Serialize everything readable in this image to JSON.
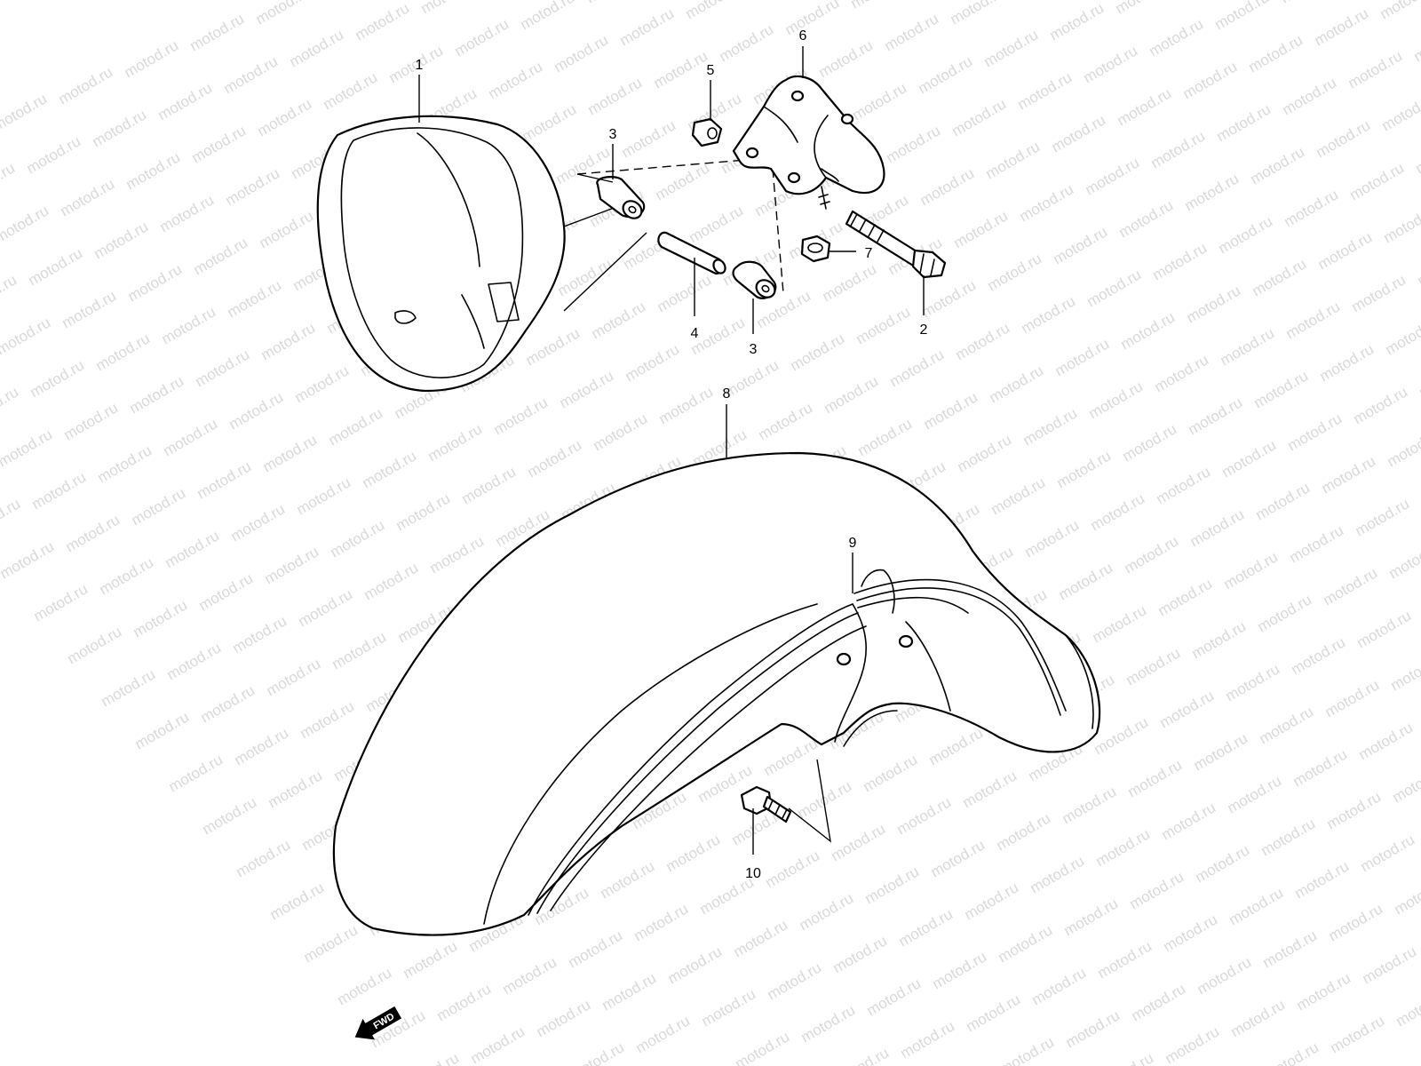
{
  "watermark": "motod.ru",
  "callouts": {
    "c1": "1",
    "c2": "2",
    "c3a": "3",
    "c3b": "3",
    "c4": "4",
    "c5": "5",
    "c6": "6",
    "c7": "7",
    "c8": "8",
    "c9": "9",
    "c10": "10"
  },
  "direction_badge": "FWD",
  "parts": [
    {
      "callout": "1",
      "name": "headlight-housing",
      "icon": "headlight-shell-icon"
    },
    {
      "callout": "2",
      "name": "bolt",
      "icon": "bolt-icon"
    },
    {
      "callout": "3",
      "name": "cushion",
      "icon": "cushion-icon"
    },
    {
      "callout": "4",
      "name": "collar",
      "icon": "collar-icon"
    },
    {
      "callout": "5",
      "name": "nut",
      "icon": "nut-icon"
    },
    {
      "callout": "6",
      "name": "bracket",
      "icon": "bracket-icon"
    },
    {
      "callout": "7",
      "name": "nut",
      "icon": "nut-icon"
    },
    {
      "callout": "8",
      "name": "front-fender",
      "icon": "fender-icon"
    },
    {
      "callout": "9",
      "name": "fender-brace",
      "icon": "brace-icon"
    },
    {
      "callout": "10",
      "name": "bolt",
      "icon": "bolt-icon"
    }
  ],
  "colors": {
    "line": "#000000",
    "background": "#ffffff",
    "watermark": "#d9d9d9"
  }
}
